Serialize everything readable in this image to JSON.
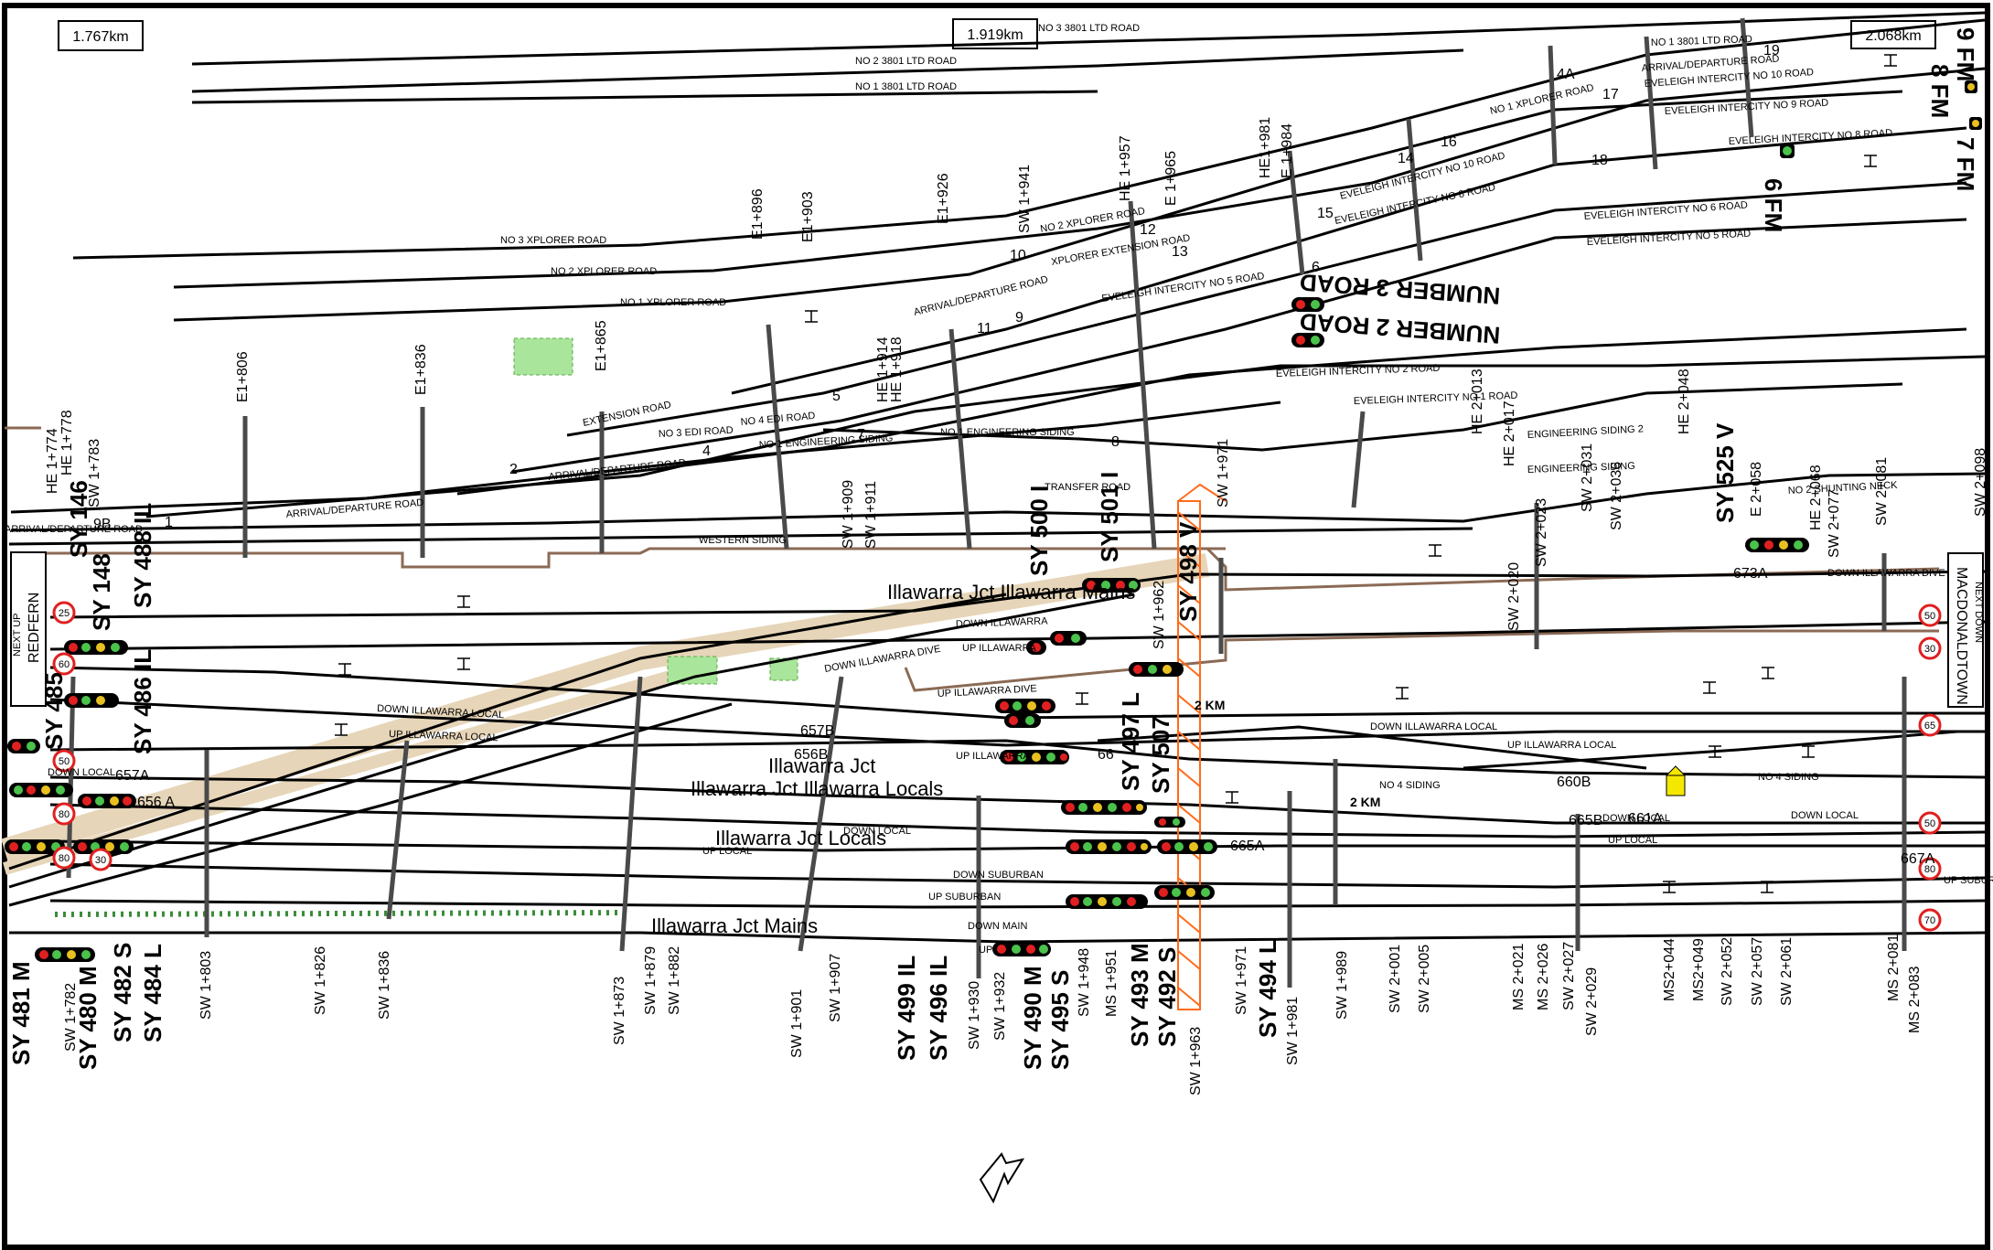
{
  "km_boxes": [
    "1.767km",
    "1.919km",
    "2.068km"
  ],
  "stations": {
    "left": "REDFERN",
    "right": "MACDONALDTOWN"
  },
  "junction_labels": [
    "Illawarra Jct Illawarra Mains",
    "Illawarra Jct",
    "Illawarra Jct Illawarra Locals",
    "Illawarra Jct Locals",
    "Illawarra Jct Mains"
  ],
  "road_labels": {
    "no3_3801": "NO 3 3801 LTD ROAD",
    "no2_3801": "NO 2 3801 LTD ROAD",
    "no1_3801": "NO 1 3801 LTD ROAD",
    "no1_3801_r": "NO 1 3801 LTD ROAD",
    "no3_xplorer": "NO 3 XPLORER ROAD",
    "no2_xplorer": "NO 2 XPLORER ROAD",
    "no1_xplorer": "NO 1 XPLORER ROAD",
    "no2_xplorer_r": "NO 2 XPLORER ROAD",
    "no1_xplorer_r": "NO 1 XPLORER ROAD",
    "xplorer_ext": "XPLORER EXTENSION ROAD",
    "arr_dep_1": "ARRIVAL/DEPARTURE ROAD",
    "arr_dep_2": "ARRIVAL/DEPARTURE ROAD",
    "arr_dep_3": "ARRIVAL/DEPARTURE ROAD",
    "arr_dep_4": "ARRIVAL/DEPARTURE ROAD",
    "arr_dep_5": "ARRIVAL/DEPARTURE ROAD",
    "extension": "EXTENSION ROAD",
    "no4_ed": "NO 4 EDI ROAD",
    "no3_ed": "NO 3 EDI ROAD",
    "no1_eng": "NO 1 ENGINEERING SIDING",
    "no1_eng_r": "NO 1 ENGINEERING SIDING",
    "eng2": "ENGINEERING SIDING 2",
    "eng_siding": "ENGINEERING SIDING",
    "transfer": "TRANSFER ROAD",
    "western": "WESTERN SIDING",
    "no2_shunt": "NO 2 SHUNTING NECK",
    "ev10": "EVELEIGH INTERCITY NO 10 ROAD",
    "ev9": "EVELEIGH INTERCITY NO 9 ROAD",
    "ev8": "EVELEIGH INTERCITY NO 8 ROAD",
    "ev10b": "EVELEIGH INTERCITY NO 10 ROAD",
    "ev8b": "EVELEIGH INTERCITY NO 8 ROAD",
    "ev6": "EVELEIGH INTERCITY NO 6 ROAD",
    "ev5": "EVELEIGH INTERCITY NO 5 ROAD",
    "ev5b": "EVELEIGH INTERCITY NO 5 ROAD",
    "ev2": "EVELEIGH INTERCITY NO 2 ROAD",
    "ev1": "EVELEIGH INTERCITY NO 1 ROAD",
    "num3": "NUMBER 3 ROAD",
    "num2": "NUMBER 2 ROAD",
    "down_illawarra": "DOWN ILLAWARRA",
    "up_illawarra": "UP ILLAWARRA",
    "down_ill_dive": "DOWN ILLAWARRA DIVE",
    "down_ill_dive_r": "DOWN ILLAWARRA DIVE",
    "up_ill_dive": "UP ILLAWARRA DIVE",
    "down_ill_local": "DOWN ILLAWARRA LOCAL",
    "down_ill_local_r": "DOWN ILLAWARRA LOCAL",
    "up_ill_local": "UP ILLAWARRA LOCAL",
    "up_ill_local_r": "UP ILLAWARRA LOCAL",
    "up_illawarra_2": "UP ILLAWARRA",
    "down_local": "DOWN LOCAL",
    "down_local_c": "DOWN LOCAL",
    "down_local_r": "DOWN LOCAL",
    "down_local_r2": "DOWN LOCAL",
    "up_local": "UP LOCAL",
    "up_local_r": "UP LOCAL",
    "down_suburban": "DOWN SUBURBAN",
    "up_suburban": "UP SUBURBAN",
    "up_suburban_r": "UP SUBURBAN",
    "down_main": "DOWN MAIN",
    "up_main": "UP",
    "no4_siding": "NO 4 SIDING",
    "no4_siding_r": "NO 4 SIDING"
  },
  "signals": {
    "sy146": "SY 146",
    "sy148": "SY 148",
    "sy488": "SY 488 IL",
    "sy485": "SY 485",
    "sy486": "SY 486 IL",
    "sy481": "SY 481 M",
    "sy480": "SY 480 M",
    "sy482": "SY 482 S",
    "sy484": "SY 484 L",
    "sy500": "SY 500 I",
    "sy501": "SY 501 I",
    "sy498": "SY 498 V",
    "sy497": "SY 497 L",
    "sy507": "SY 507",
    "sy499": "SY 499 IL",
    "sy496": "SY 496 IL",
    "sy490": "SY 490 M",
    "sy495": "SY 495 S",
    "sy493": "SY 493 M",
    "sy492": "SY 492 S",
    "sy494": "SY 494 L",
    "sy525": "SY 525 V"
  },
  "fm_labels": [
    "9 FM",
    "8 FM",
    "7 FM",
    "6 FM"
  ],
  "points": [
    "1",
    "2",
    "4",
    "5",
    "7",
    "8",
    "9",
    "10",
    "11",
    "12",
    "13",
    "14",
    "15",
    "16",
    "17",
    "18",
    "19",
    "4A",
    "6",
    "9B"
  ],
  "references": {
    "a657": "657A",
    "a656": "656 A",
    "b657": "657B",
    "b656": "656B",
    "a673": "673A",
    "b660": "660B",
    "b665": "665B",
    "a661": "661A",
    "a665": "665A",
    "a667": "667A",
    "c66": "66"
  },
  "speeds": [
    "25",
    "60",
    "50",
    "80",
    "80",
    "30",
    "50",
    "30",
    "65",
    "50",
    "80",
    "70"
  ],
  "km_markers": [
    "2 KM",
    "2 KM"
  ],
  "misc": {
    "next_up": "NEXT UP",
    "next_down": "NEXT DOWN"
  },
  "chainage_bottom": [
    "SW 1+803",
    "SW 1+826",
    "SW 1+836",
    "SW 1+873",
    "SW 1+879",
    "SW 1+882",
    "SW 1+901",
    "SW 1+907",
    "SW 1+930",
    "SW 1+932",
    "SW 1+948",
    "MS 1+951",
    "SW 1+963",
    "SW 1+971",
    "SW 1+981",
    "SW 1+989",
    "SW 2+001",
    "SW 2+005",
    "MS 2+021",
    "MS 2+026",
    "SW 2+027",
    "SW 2+029",
    "MS2+044",
    "MS2+049",
    "SW 2+052",
    "SW 2+057",
    "SW 2+061",
    "MS 2+081",
    "MS 2+083",
    "SW 1+782"
  ],
  "chainage_top": [
    "HE 1+774",
    "HE 1+778",
    "SW 1+783",
    "E1+806",
    "E1+836",
    "E1+865",
    "E1+896",
    "E1+903",
    "E1+926",
    "SW 1+941",
    "HE 1+957",
    "E 1+965",
    "HE1+981",
    "E 1+984",
    "HE 1+914",
    "HE 1+918",
    "SW 1+909",
    "SW 1+911",
    "SW 1+962",
    "SW 1+971",
    "HE 2+013",
    "HE 2+017",
    "SW 2+020",
    "SW 2+023",
    "SW 2+031",
    "SW 2+036",
    "HE 2+048",
    "E 2+058",
    "HE 2+068",
    "SW 2+077",
    "SW 2+081",
    "SW 2+098"
  ]
}
